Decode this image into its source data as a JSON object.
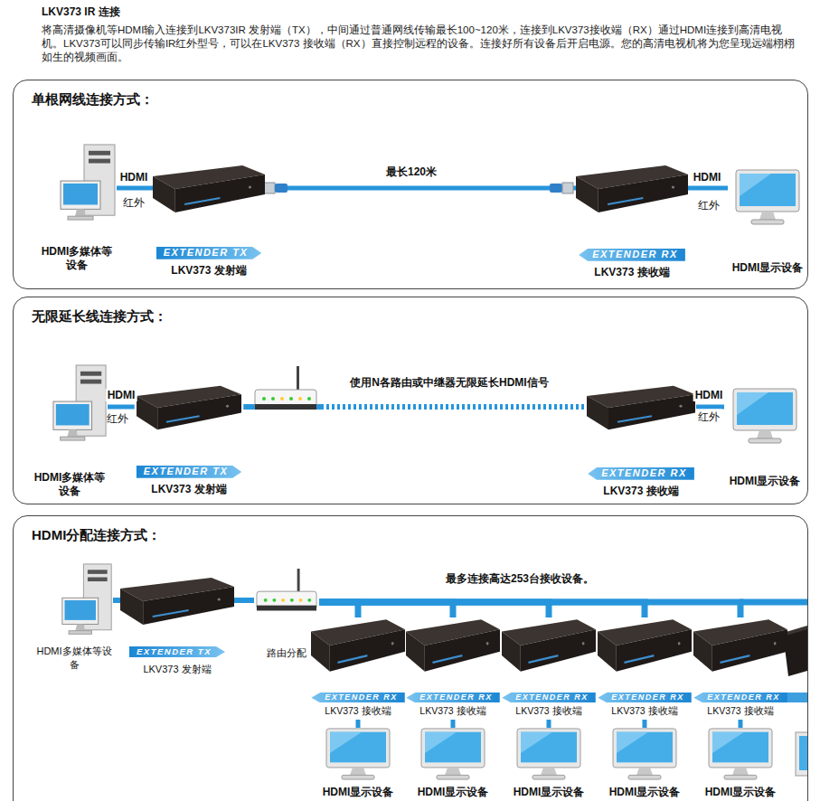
{
  "diagram": {
    "title": "LKV373 IR 连接",
    "nodes": [
      {
        "text": [
          "单根网线连接方式："
        ]
      },
      {
        "text": [
          "HDMI多媒体等设备"
        ],
        "in": 0
      },
      {
        "text": [
          "EXTENDER TX",
          "LKV373 发射端"
        ],
        "in": 0
      },
      {
        "text": [
          "EXTENDER RX",
          "LKV373 接收端"
        ],
        "in": 0
      },
      {
        "text": [
          "HDMI显示设备"
        ],
        "in": 0
      },
      {
        "text": [
          "无限延长线连接方式："
        ]
      },
      {
        "text": [
          "HDMI多媒体等设备"
        ],
        "in": 5
      },
      {
        "text": [
          "EXTENDER TX",
          "LKV373 发射端"
        ],
        "in": 5
      },
      {
        "text": [
          "EXTENDER RX",
          "LKV373 接收端"
        ],
        "in": 5
      },
      {
        "text": [
          "HDMI显示设备"
        ],
        "in": 5
      },
      {
        "text": [
          "HDMI分配连接方式："
        ]
      },
      {
        "text": [
          "HDMI多媒体等设备"
        ],
        "in": 10
      },
      {
        "text": [
          "EXTENDER TX",
          "LKV373 发射端"
        ],
        "in": 10
      },
      {
        "text": [
          "路由分配"
        ],
        "in": 10
      },
      {
        "text": [
          "EXTENDER RX",
          "LKV373 接收端"
        ],
        "in": 10
      },
      {
        "text": [
          "EXTENDER RX",
          "LKV373 接收端"
        ],
        "in": 10
      },
      {
        "text": [
          "EXTENDER RX",
          "LKV373 接收端"
        ],
        "in": 10
      },
      {
        "text": [
          "EXTENDER RX",
          "LKV373 接收端"
        ],
        "in": 10
      },
      {
        "text": [
          "EXTENDER RX",
          "LKV373 接收端"
        ],
        "in": 10
      },
      {
        "text": [
          "HDMI显示设备"
        ],
        "in": 10
      },
      {
        "text": [
          "HDMI显示设备"
        ],
        "in": 10
      },
      {
        "text": [
          "HDMI显示设备"
        ],
        "in": 10
      },
      {
        "text": [
          "HDMI显示设备"
        ],
        "in": 10
      },
      {
        "text": [
          "HDMI显示设备"
        ],
        "in": 10
      }
    ],
    "edges": [
      {
        "from": 1,
        "to": 2,
        "arrow": "none",
        "label": "HDMI"
      },
      {
        "from": 2,
        "to": 3,
        "arrow": "none",
        "label": "最长120米"
      },
      {
        "from": 3,
        "to": 4,
        "arrow": "none",
        "label": "HDMI"
      },
      {
        "from": 6,
        "to": 7,
        "arrow": "none",
        "label": "HDMI"
      },
      {
        "from": 7,
        "to": 8,
        "arrow": "none",
        "label": "使用N各路由或中继器无限延长HDMI信号"
      },
      {
        "from": 8,
        "to": 9,
        "arrow": "none",
        "label": "HDMI"
      },
      {
        "from": 11,
        "to": 12,
        "arrow": "none"
      },
      {
        "from": 12,
        "to": 13,
        "arrow": "none"
      },
      {
        "from": 13,
        "to": 14,
        "arrow": "none"
      },
      {
        "from": 13,
        "to": 15,
        "arrow": "none"
      },
      {
        "from": 13,
        "to": 16,
        "arrow": "none"
      },
      {
        "from": 13,
        "to": 17,
        "arrow": "none"
      },
      {
        "from": 13,
        "to": 18,
        "arrow": "none"
      },
      {
        "from": 14,
        "to": 19,
        "arrow": "none"
      },
      {
        "from": 15,
        "to": 20,
        "arrow": "none"
      },
      {
        "from": 16,
        "to": 21,
        "arrow": "none"
      },
      {
        "from": 17,
        "to": 22,
        "arrow": "none"
      },
      {
        "from": 18,
        "to": 23,
        "arrow": "none"
      }
    ],
    "labels": [
      "将高清摄像机等HDMI输入连接到LKV373IR 发射端（TX），中间通过普通网线传输最长100~120米，连接到LKV373接收端（RX）通过HDMI连接到高清电视机。LKV373可以同步传输IR红外型号，可以在LKV373 接收端（RX）直接控制远程的设备。连接好所有设备后开启电源。您的高清电视机将为您呈现远端栩栩如生的视频画面。",
      "红外",
      "红外",
      "红外",
      "红外",
      "最多连接高达253台接收设备。"
    ]
  }
}
